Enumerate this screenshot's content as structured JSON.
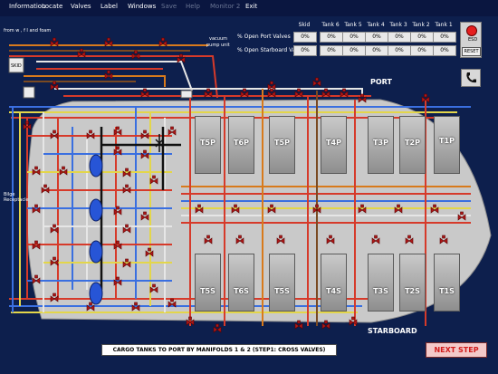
{
  "menu": [
    {
      "label": "Information",
      "enabled": true
    },
    {
      "label": "Locate",
      "enabled": true
    },
    {
      "label": "Valves",
      "enabled": true
    },
    {
      "label": "Label",
      "enabled": true
    },
    {
      "label": "Windows",
      "enabled": true
    },
    {
      "label": "Save",
      "enabled": false
    },
    {
      "label": "Help",
      "enabled": false
    },
    {
      "label": "Monitor 2",
      "enabled": false
    },
    {
      "label": "Exit",
      "enabled": true
    }
  ],
  "stats": {
    "columns": [
      "Skid",
      "Tank 6",
      "Tank 5",
      "Tank 4",
      "Tank 3",
      "Tank 2",
      "Tank 1"
    ],
    "port_label": "% Open Port Valves",
    "starboard_label": "% Open Starboard Valves",
    "port_values": [
      "0%",
      "0%",
      "0%",
      "0%",
      "0%",
      "0%",
      "0%"
    ],
    "starboard_values": [
      "0%",
      "0%",
      "0%",
      "0%",
      "0%",
      "0%",
      "0%"
    ]
  },
  "esd": {
    "label": "ESD",
    "reset_label": "RESET"
  },
  "labels": {
    "from": "from w , f I and foam",
    "vacuum": "vacuum",
    "pump_unit": "pump unit",
    "skid": "SKID",
    "bilge": "Bilge",
    "receptacle": "Receptacle",
    "port": "PORT",
    "starboard": "STARBOARD"
  },
  "tanks": {
    "port": [
      "T5P",
      "T6P",
      "T5P",
      "T4P",
      "T3P",
      "T2P",
      "T1P"
    ],
    "starboard": [
      "T5S",
      "T6S",
      "T5S",
      "T4S",
      "T3S",
      "T2S",
      "T1S"
    ]
  },
  "status_text": "CARGO TANKS TO PORT BY MANIFOLDS 1 & 2 (STEP1: CROSS VALVES)",
  "next_label": "NEXT STEP",
  "colors": {
    "background": "#0d1f4d",
    "hull": "#c9c9c9",
    "pipe_red": "#d63a2a",
    "pipe_orange": "#d87a1c",
    "pipe_blue": "#3a6fe0",
    "pipe_yellow": "#e3d64a",
    "pipe_white": "#e6e6e6",
    "pipe_brown": "#7a4a22",
    "valve": "#b01818"
  }
}
